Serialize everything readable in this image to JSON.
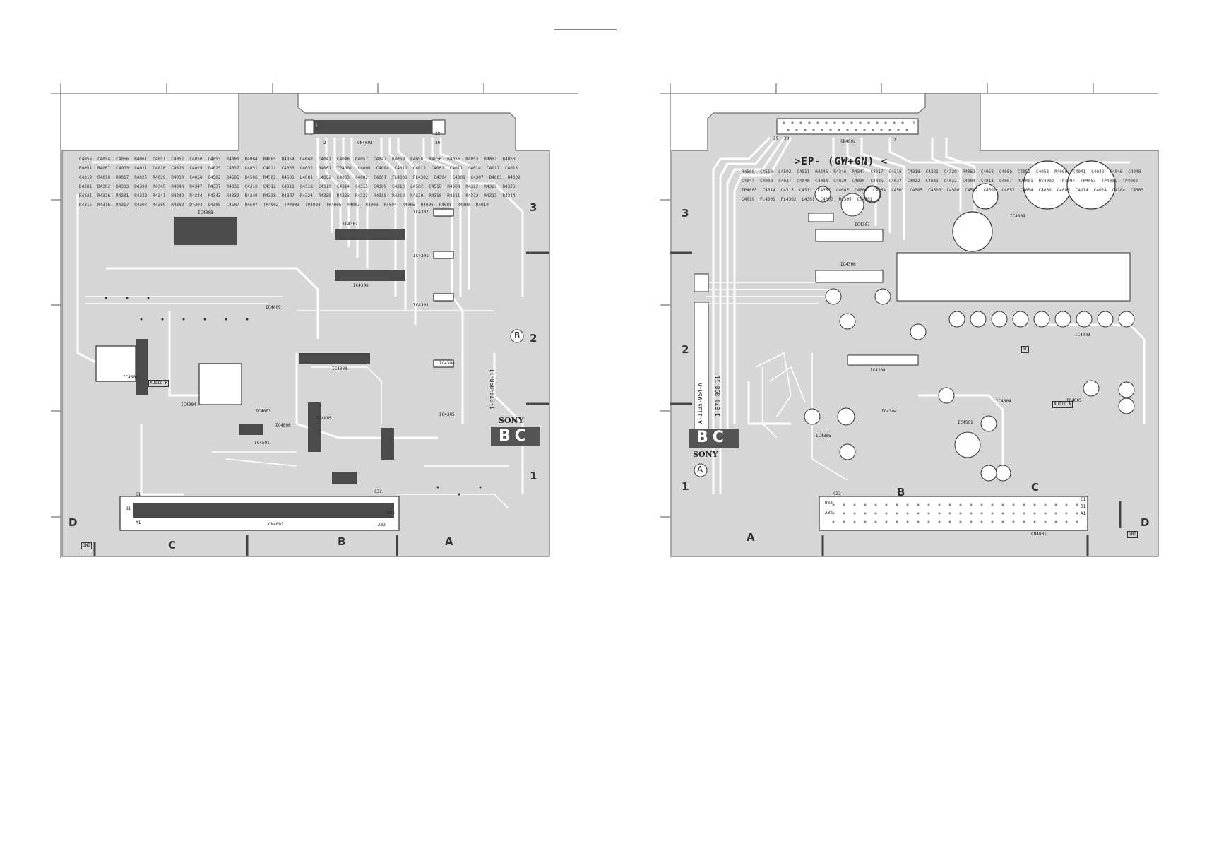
{
  "grid": {
    "rows": [
      "3",
      "2",
      "1"
    ],
    "cols": [
      "C",
      "B",
      "A"
    ],
    "row_d": "D"
  },
  "left_board": {
    "connector_top": "CN4002",
    "connector_top_pins": {
      "p1": "1",
      "p2": "2",
      "p29": "29",
      "p30": "30"
    },
    "connector_bottom": "CN4001",
    "connector_bottom_pins": {
      "c1": "C1",
      "b1": "B1",
      "a1": "A1",
      "c32": "C32",
      "b32": "B32",
      "a32": "A32"
    },
    "ic_labels": [
      "IC4008",
      "IC4307",
      "IC4306",
      "IC4302",
      "IC4301",
      "IC4303",
      "IC4308",
      "IC4304",
      "IC4305",
      "IC4002",
      "IC4004",
      "IC4501",
      "IC4003",
      "IC4006",
      "IC4005",
      "IC4009"
    ],
    "part_labels": [
      "C4055",
      "C4054",
      "C4056",
      "R4061",
      "C4051",
      "C4052",
      "C4050",
      "C4053",
      "R4060",
      "R4064",
      "R4065",
      "R4054",
      "C4048",
      "C4041",
      "C4046",
      "R4057",
      "C4047",
      "R4059",
      "R4058",
      "R4056",
      "R4055",
      "R4053",
      "R4052",
      "R4050",
      "R4051",
      "R4067",
      "C4023",
      "C4021",
      "C4026",
      "C4028",
      "C4029",
      "C4025",
      "C4027",
      "C4031",
      "C4022",
      "C4033",
      "C4032",
      "R4001",
      "TP4001",
      "C4008",
      "C4004",
      "C4012",
      "C4013",
      "C4007",
      "C4011",
      "C4014",
      "C4017",
      "C4018",
      "C4019",
      "R4018",
      "R4017",
      "R4026",
      "R4029",
      "R4030",
      "C4058",
      "C4502",
      "R4505",
      "R4506",
      "R4502",
      "R4501",
      "L4001",
      "L4002",
      "C4003",
      "C4002",
      "C4001",
      "FL4001",
      "FL4302",
      "C4304",
      "C4308",
      "C4307",
      "D4001",
      "D4002",
      "D4301",
      "D4302",
      "D4303",
      "D4309",
      "R4345",
      "R4346",
      "R4347",
      "R4337",
      "R4336",
      "C4310",
      "C4312",
      "C4311",
      "C4318",
      "C4316",
      "C4314",
      "C4315",
      "C4309",
      "C4313",
      "L4502",
      "C4510",
      "R4508",
      "R4322",
      "R4323",
      "R4325",
      "R4321",
      "R4326",
      "R4331",
      "R4328",
      "R4341",
      "R4342",
      "R4344",
      "R4343",
      "R4339",
      "R4340",
      "R4338",
      "R4327",
      "R4324",
      "R4330",
      "R4333",
      "R4332",
      "R4318",
      "R4319",
      "R4320",
      "R4310",
      "R4311",
      "R4312",
      "R4313",
      "R4314",
      "R4315",
      "R4316",
      "R4317",
      "R4307",
      "R4308",
      "R4309",
      "D4304",
      "D4305",
      "C4507",
      "R4507",
      "TP4002",
      "TP4003",
      "TP4004",
      "TP4005",
      "R4002",
      "R4003",
      "R4004",
      "R4005",
      "R4006",
      "R4008",
      "R4009",
      "R4010"
    ],
    "board_code": "1-870-898-11",
    "brand": "SONY",
    "board_name": "BC",
    "circle_mark": "B",
    "gnd": "GND",
    "audio_label": "AUDIO R"
  },
  "right_board": {
    "connector_top": "CN4002",
    "connector_top_pins": {
      "p29": "29",
      "p30": "30",
      "p1": "1",
      "p2": "2"
    },
    "connector_bottom": "CN4001",
    "connector_bottom_pins": {
      "c32": "C32",
      "b32": "B32",
      "a32": "A32",
      "c1": "C1",
      "b1": "B1",
      "a1": "A1"
    },
    "heading": ">EP- (GW+GN) <",
    "board_code": "1-870-898-11",
    "assembly_code": "A-1135-954-A",
    "brand": "SONY",
    "board_name": "BC",
    "circle_mark": "A",
    "ic_labels": [
      "IC4307",
      "IC4306",
      "IC4308",
      "IC4004",
      "IC4003",
      "IC4005",
      "IC4501",
      "IC4305",
      "IC4304",
      "IC4008"
    ],
    "part_labels": [
      "R4508",
      "C4510",
      "L4502",
      "C4511",
      "R4345",
      "R4346",
      "R4347",
      "C4317",
      "C4316",
      "C4318",
      "C4321",
      "C4320",
      "R4061",
      "C4058",
      "C4056",
      "C4052",
      "C4053",
      "R4060",
      "C4041",
      "C4042",
      "C4046",
      "C4048",
      "C4047",
      "C4008",
      "C4037",
      "C4040",
      "C4038",
      "C4029",
      "C4030",
      "C4025",
      "C4027",
      "C4022",
      "C4031",
      "C4032",
      "C4004",
      "C4013",
      "C4007",
      "RV4001",
      "RV4002",
      "TP4004",
      "TP4003",
      "TP4001",
      "TP4002",
      "TP4005",
      "C4314",
      "C4315",
      "C4311",
      "C4307",
      "C4005",
      "C4001",
      "C4034",
      "L4501",
      "C4505",
      "C4503",
      "C4506",
      "C4502",
      "C4501",
      "C4057",
      "C4054",
      "C4009",
      "C4006",
      "C4014",
      "C4024",
      "C4304",
      "C4303",
      "C4019",
      "FL4301",
      "FL4302",
      "L4301",
      "C4302",
      "R4305",
      "CN4001"
    ],
    "gnd": "GND",
    "audio_label": "AUDIO R",
    "sl_label": "SL"
  }
}
